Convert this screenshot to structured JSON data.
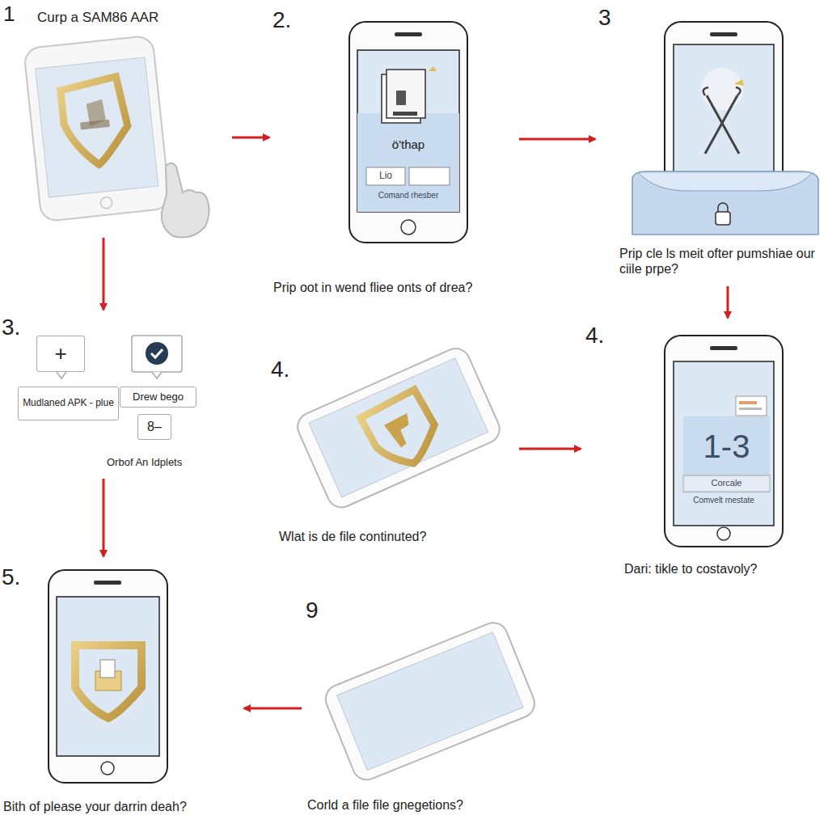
{
  "diagram": {
    "nodes": [
      {
        "text": [
          "1",
          "Curp a SAM86 AAR"
        ]
      },
      {
        "text": [
          "2.",
          "ö'thap",
          "Lio",
          "Comand rhesber",
          "Prip oot in wend fliee onts of drea?"
        ]
      },
      {
        "text": [
          "3",
          "Prip cle ls meit ofter pumshiae our ciile prpe?"
        ]
      },
      {
        "text": [
          "3.",
          "Orbof An Idplets"
        ]
      },
      {
        "text": [
          "+"
        ],
        "in": 3
      },
      {
        "text": [
          "Mudlaned APK - plue"
        ],
        "in": 3
      },
      {
        "text": [
          "Drew bego"
        ],
        "in": 3
      },
      {
        "text": [
          "8–"
        ],
        "in": 3
      },
      {
        "text": [
          "4.",
          "Wlat is de file continuted?"
        ]
      },
      {
        "text": [
          "4.",
          "1-3",
          "Corcale",
          "Comvelt rnestate",
          "Dari: tikle to costavoly?"
        ]
      },
      {
        "text": [
          "5.",
          "Bith of please your darrin deah?"
        ]
      },
      {
        "text": [
          "9",
          "Corld a file file gnegetions?"
        ]
      }
    ],
    "edges": [
      {
        "from": 0,
        "to": 1,
        "arrow": "to"
      },
      {
        "from": 1,
        "to": 2,
        "arrow": "to"
      },
      {
        "from": 2,
        "to": 9,
        "arrow": "to"
      },
      {
        "from": 0,
        "to": 3,
        "arrow": "to"
      },
      {
        "from": 3,
        "to": 10,
        "arrow": "to"
      },
      {
        "from": 8,
        "to": 9,
        "arrow": "to"
      },
      {
        "from": 11,
        "to": 10,
        "arrow": "to"
      }
    ]
  }
}
